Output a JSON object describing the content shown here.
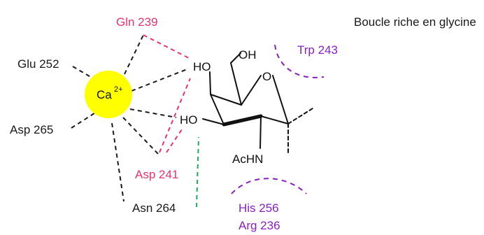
{
  "title": "Boucle riche en glycine",
  "ion": {
    "symbol": "Ca",
    "charge": "2+",
    "fill": "#ffff00"
  },
  "residues": {
    "gln239": "Gln 239",
    "glu252": "Glu 252",
    "asp265": "Asp 265",
    "asp241": "Asp 241",
    "asn264": "Asn 264",
    "trp243": "Trp 243",
    "his256": "His 256",
    "arg236": "Arg 236"
  },
  "groups": {
    "oh_top": "OH",
    "ho_upper": "HO",
    "ho_lower": "HO",
    "ring_o": "O",
    "achn": "AcHN"
  },
  "colors": {
    "black": "#1a1a1a",
    "pink": "#e8336f",
    "purple": "#8a1fc4",
    "green": "#1faa59",
    "yellow": "#ffff00"
  }
}
